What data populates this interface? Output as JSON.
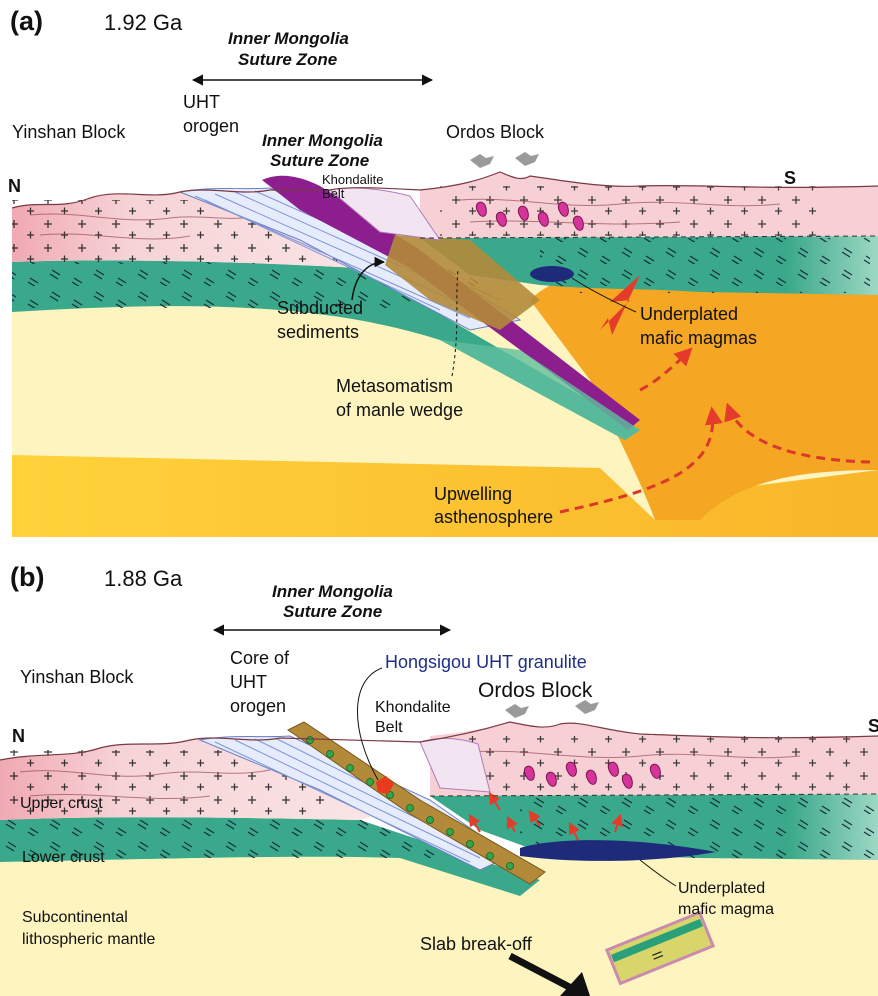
{
  "panel_a": {
    "label": "(a)",
    "age": "1.92 Ga",
    "suture_zone_top": [
      "Inner Mongolia",
      "Suture Zone"
    ],
    "yinshan": "Yinshan Block",
    "uht": [
      "UHT",
      "orogen"
    ],
    "suture_zone_inner": [
      "Inner Mongolia",
      "Suture Zone"
    ],
    "khondalite": [
      "Khondalite",
      "Belt"
    ],
    "ordos": "Ordos Block",
    "north": "N",
    "south": "S",
    "subducted": [
      "Subducted",
      "sediments"
    ],
    "metasomatism": [
      "Metasomatism",
      "of manle wedge"
    ],
    "underplated": [
      "Underplated",
      "mafic magmas"
    ],
    "upwelling": [
      "Upwelling",
      "asthenosphere"
    ]
  },
  "panel_b": {
    "label": "(b)",
    "age": "1.88 Ga",
    "suture_zone": [
      "Inner Mongolia",
      "Suture Zone"
    ],
    "yinshan": "Yinshan Block",
    "core": [
      "Core of",
      "UHT",
      "orogen"
    ],
    "hongsigou": "Hongsigou UHT granulite",
    "khondalite": [
      "Khondalite",
      "Belt"
    ],
    "ordos": "Ordos Block",
    "north": "N",
    "south": "S",
    "upper_crust": "Upper crust",
    "lower_crust": "Lower crust",
    "sclm": [
      "Subcontinental",
      "lithospheric mantle"
    ],
    "underplated": [
      "Underplated",
      "mafic magma"
    ],
    "slab": "Slab break-off"
  },
  "colors": {
    "upper_crust": "#f3c6c9",
    "lower_crust": "#3aa88a",
    "mantle": "#fdf4bf",
    "asthenosphere": "#f5a623",
    "suture": "#8d1e8e",
    "sediments": "#b38a3a",
    "underplate": "#1e2a7a",
    "magma_arrow": "#e53b2a"
  }
}
